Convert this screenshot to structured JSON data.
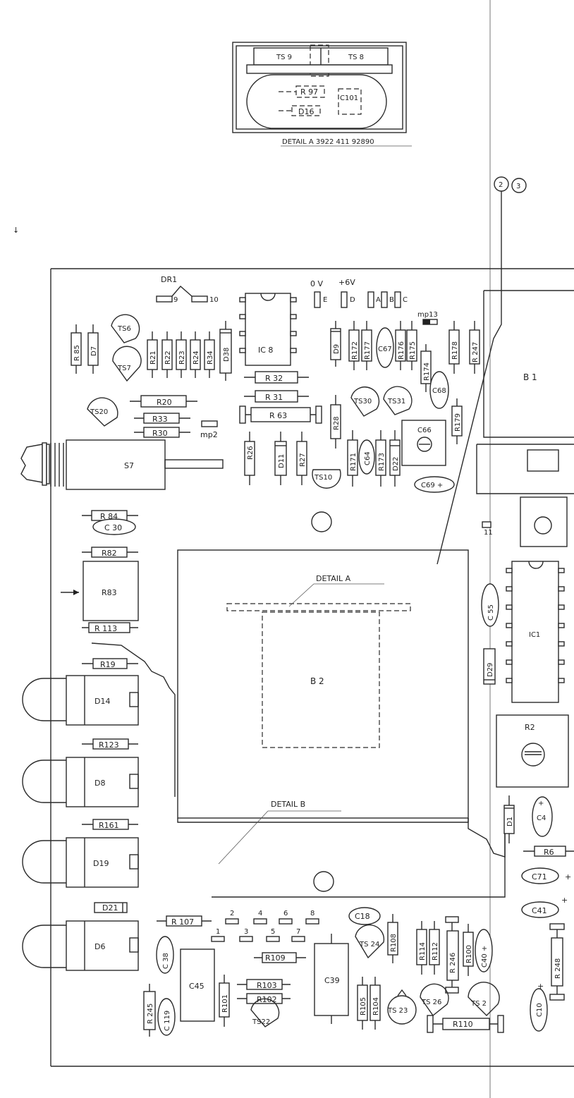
{
  "detail_a_box": {
    "ts9": "TS 9",
    "ts8": "TS 8",
    "r97": "R 97",
    "c101": "C101",
    "d16": "D16",
    "caption": "DETAIL A   3922 411 92890"
  },
  "connectors": {
    "c2": "2",
    "c3": "3"
  },
  "top_pins": {
    "dr1": "DR1",
    "p9": "9",
    "p10": "10",
    "ov": "0 V",
    "p6v": "+6V",
    "e": "E",
    "d": "D",
    "a": "A",
    "b": "B",
    "c": "C",
    "mp13": "mp13"
  },
  "components": {
    "r85": "R 85",
    "d7": "D7",
    "ts6": "TS6",
    "ts7": "TS7",
    "ts20": "TS20",
    "r21": "R21",
    "r22": "R22",
    "r23": "R23",
    "r24": "R24",
    "r34": "R34",
    "d38": "D38",
    "ic8": "IC 8",
    "r32": "R 32",
    "r31": "R 31",
    "r63": "R 63",
    "r20": "R20",
    "r33": "R33",
    "r30": "R30",
    "mp2": "mp2",
    "s7": "S7",
    "r26": "R26",
    "d11": "D11",
    "r27": "R27",
    "r28": "R28",
    "ts10": "TS10",
    "d9": "D9",
    "r172": "R172",
    "r177": "R177",
    "c67": "C67",
    "r176": "R176",
    "r175": "R175",
    "r174": "R174",
    "r178": "R178",
    "r247": "R 247",
    "c68": "C68",
    "ts30": "TS30",
    "ts31": "TS31",
    "c66": "C66",
    "r179": "R179",
    "r171": "R171",
    "c64": "C64",
    "r173": "R173",
    "d22": "D22",
    "c69": "C69 +",
    "b1": "B 1",
    "r84": "R 84",
    "c30": "C 30",
    "r82": "R82",
    "r83": "R83",
    "r113": "R 113",
    "detail_a_label": "DETAIL  A",
    "b2": "B 2",
    "detail_b_label": "DETAIL  B",
    "r19": "R19",
    "d14": "D14",
    "r123": "R123",
    "d8": "D8",
    "r161": "R161",
    "d19": "D19",
    "d21": "D21",
    "d6": "D6",
    "c55": "C 55",
    "d29": "D29",
    "ic1": "IC1",
    "r2": "R2",
    "d1": "D1",
    "c4": "C4",
    "c4p": "+",
    "r6": "R6",
    "c71": "C71",
    "c71p": "+",
    "c41": "C41",
    "c41p": "+",
    "p11": "11",
    "r107": "R 107",
    "n2": "2",
    "n4": "4",
    "n6": "6",
    "n8": "8",
    "n1": "1",
    "n3": "3",
    "n5": "5",
    "n7": "7",
    "c18": "C18",
    "r108": "R108",
    "r109": "R109",
    "c38": "C 38",
    "c45": "C45",
    "r101": "R101",
    "r103": "R103",
    "r102": "R102",
    "c39": "C39",
    "ts22": "TS22",
    "ts24": "TS 24",
    "r114": "R114",
    "r112": "R112",
    "r246": "R 246",
    "r100": "R100",
    "c40": "C40 +",
    "r248": "R 248",
    "r105": "R105",
    "r104": "R104",
    "ts23": "TS 23",
    "ts26": "TS 26",
    "ts2x": "TS 2",
    "r110": "R110",
    "r245": "R 245",
    "c119": "C 119",
    "c10": "C10",
    "c10p": "+"
  }
}
